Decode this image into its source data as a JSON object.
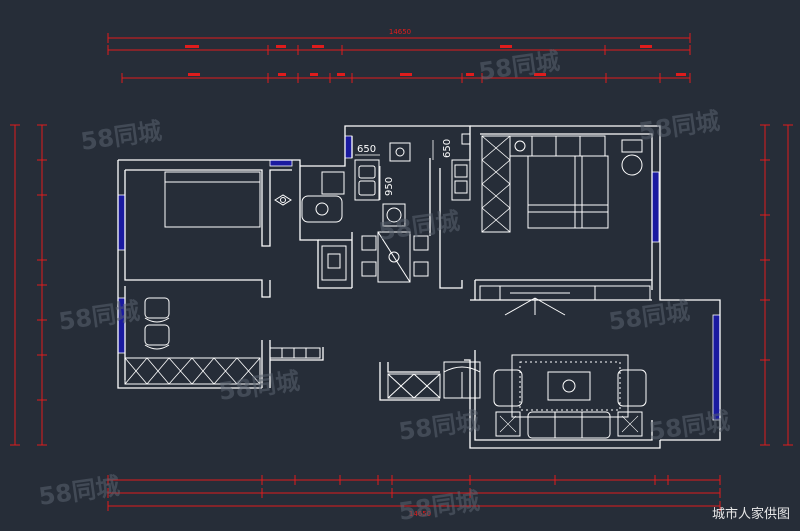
{
  "dimensions": {
    "overall_top": "14650",
    "overall_bottom": "14650",
    "interior_labels": [
      "650",
      "950",
      "650"
    ]
  },
  "caption": "城市人家供图",
  "watermark": "58同城",
  "colors": {
    "background": "#262d38",
    "walls": "#ffffff",
    "dimension_lines": "#e01c1c",
    "windows": "#1a1aa0"
  }
}
